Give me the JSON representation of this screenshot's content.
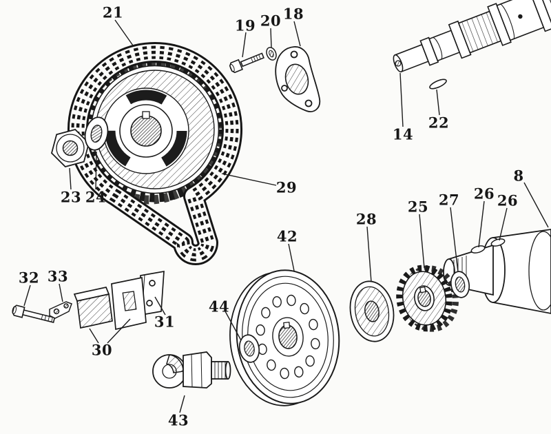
{
  "diagram": {
    "type": "exploded-parts-illustration",
    "paper_color": "#fbfbf9",
    "ink_color": "#1a1a1a",
    "callouts": [
      {
        "label": "21"
      },
      {
        "label": "19"
      },
      {
        "label": "20"
      },
      {
        "label": "18"
      },
      {
        "label": "14"
      },
      {
        "label": "22"
      },
      {
        "label": "23"
      },
      {
        "label": "24"
      },
      {
        "label": "29"
      },
      {
        "label": "8"
      },
      {
        "label": "25"
      },
      {
        "label": "27"
      },
      {
        "label": "26"
      },
      {
        "label": "26"
      },
      {
        "label": "28"
      },
      {
        "label": "42"
      },
      {
        "label": "44"
      },
      {
        "label": "32"
      },
      {
        "label": "33"
      },
      {
        "label": "30"
      },
      {
        "label": "31"
      },
      {
        "label": "43"
      }
    ]
  }
}
